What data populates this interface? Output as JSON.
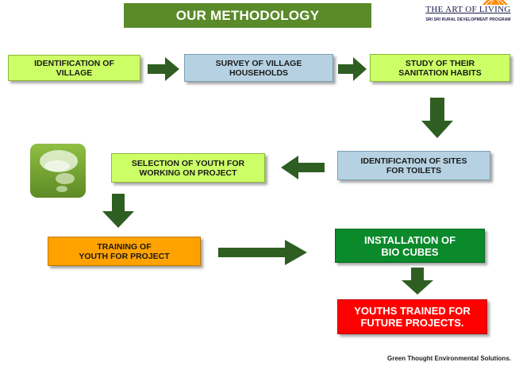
{
  "header": {
    "title": "OUR METHODOLOGY"
  },
  "logo": {
    "name": "THE ART OF LIVING",
    "subtitle": "SRI SRI RURAL DEVELOPMENT PROGRAM"
  },
  "steps": {
    "s1": "IDENTIFICATION OF\nVILLAGE",
    "s2": "SURVEY OF VILLAGE\nHOUSEHOLDS",
    "s3": "STUDY OF THEIR\nSANITATION HABITS",
    "s4": "IDENTIFICATION OF SITES\nFOR TOILETS",
    "s5": "SELECTION OF YOUTH FOR\nWORKING ON PROJECT",
    "s6": "TRAINING OF\nYOUTH FOR PROJECT",
    "s7": "INSTALLATION OF\nBIO CUBES",
    "s8": "YOUTHS TRAINED FOR\nFUTURE PROJECTS."
  },
  "footer": {
    "text": "Green Thought Environmental Solutions."
  },
  "colors": {
    "title_bg": "#5a8a2a",
    "arrow": "#2e5e22",
    "lime": "#ccff66",
    "blue": "#b6d2e2",
    "orange": "#ffa200",
    "green": "#0a8a2a",
    "red": "#ff0000",
    "bubble_tile": "#7aa83a"
  },
  "icons": {
    "logo_emblem": "sunburst-emblem",
    "tile": "speech-bubbles-icon"
  }
}
